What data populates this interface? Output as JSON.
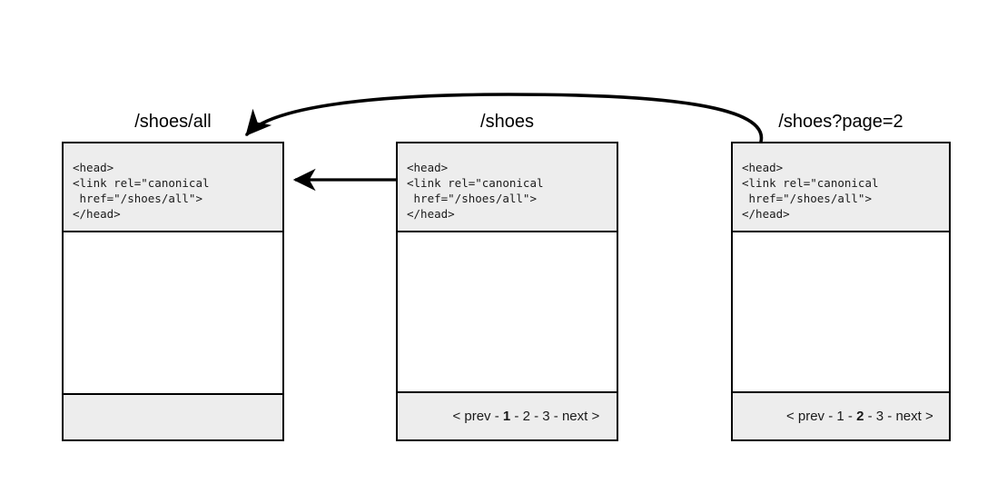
{
  "diagram": {
    "type": "canonical-link-diagram",
    "colors": {
      "stroke": "#000000",
      "panel_gray": "#ededed",
      "background": "#ffffff",
      "code_text": "#1a1a1a"
    },
    "nodes": [
      {
        "id": "shoes-all",
        "title": "/shoes/all",
        "code_lines": [
          "<head>",
          "<link rel=\"canonical",
          " href=\"/shoes/all\">",
          "</head>"
        ],
        "footer": {
          "has_pagination": false,
          "text": ""
        }
      },
      {
        "id": "shoes",
        "title": "/shoes",
        "code_lines": [
          "<head>",
          "<link rel=\"canonical",
          " href=\"/shoes/all\">",
          "</head>"
        ],
        "footer": {
          "has_pagination": true,
          "prev_label": "< prev",
          "next_label": "next >",
          "separator": " - ",
          "pages": [
            "1",
            "2",
            "3"
          ],
          "current_page": "1",
          "text": "< prev - 1 - 2 - 3 - next >"
        }
      },
      {
        "id": "shoes-page-2",
        "title": "/shoes?page=2",
        "code_lines": [
          "<head>",
          "<link rel=\"canonical",
          " href=\"/shoes/all\">",
          "</head>"
        ],
        "footer": {
          "has_pagination": true,
          "prev_label": "< prev",
          "next_label": "next >",
          "separator": " - ",
          "pages": [
            "1",
            "2",
            "3"
          ],
          "current_page": "2",
          "text": "< prev - 1 - 2 - 3 - next >"
        }
      }
    ],
    "arrows": [
      {
        "id": "shoes-to-shoes-all",
        "shape": "straight",
        "from": "shoes",
        "to": "shoes-all",
        "direction": "left"
      },
      {
        "id": "shoes-page-2-to-shoes-all",
        "shape": "curved",
        "from": "shoes-page-2",
        "to": "shoes-all",
        "direction": "down-left"
      }
    ]
  }
}
